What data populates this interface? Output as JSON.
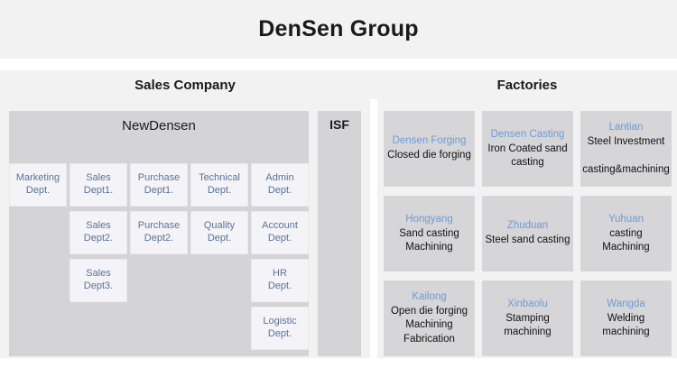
{
  "header": {
    "title": "DenSen Group"
  },
  "sections": {
    "sales_label": "Sales Company",
    "factories_label": "Factories"
  },
  "sales": {
    "company_name": "NewDensen",
    "isf_label": "ISF",
    "departments": [
      [
        {
          "label": "Marketing\nDept."
        },
        {
          "label": "Sales\nDept1."
        },
        {
          "label": "Purchase\nDept1."
        },
        {
          "label": "Technical\nDept."
        },
        {
          "label": "Admin\nDept."
        }
      ],
      [
        {
          "label": ""
        },
        {
          "label": "Sales\nDept2."
        },
        {
          "label": "Purchase\nDept2."
        },
        {
          "label": "Quality\nDept."
        },
        {
          "label": "Account\nDept."
        }
      ],
      [
        {
          "label": ""
        },
        {
          "label": "Sales\nDept3."
        },
        {
          "label": ""
        },
        {
          "label": ""
        },
        {
          "label": "HR\nDept."
        }
      ],
      [
        {
          "label": ""
        },
        {
          "label": ""
        },
        {
          "label": ""
        },
        {
          "label": ""
        },
        {
          "label": "Logistic\nDept."
        }
      ]
    ]
  },
  "factories": {
    "cards": [
      {
        "name": "Densen Forging",
        "desc": "Closed die forging"
      },
      {
        "name": "Densen Casting",
        "desc": "Iron Coated sand\ncasting"
      },
      {
        "name": "Lantian",
        "desc": "Steel Investment\n\ncasting&machining"
      },
      {
        "name": "Hongyang",
        "desc": "Sand casting\nMachining"
      },
      {
        "name": "Zhuduan",
        "desc": "Steel sand casting"
      },
      {
        "name": "Yuhuan",
        "desc": "casting\nMachining"
      },
      {
        "name": "Kailong",
        "desc": "Open die forging\nMachining\nFabrication"
      },
      {
        "name": "Xinbaolu",
        "desc": "Stamping\nmachining"
      },
      {
        "name": "Wangda",
        "desc": "Welding\nmachining"
      }
    ]
  },
  "colors": {
    "page_background": "#ffffff",
    "band_background": "#f2f2f2",
    "block_background": "#d4d4d7",
    "card_background": "#d6d6d8",
    "dept_background": "#f4f4f8",
    "dept_text": "#5a7296",
    "factory_name_text": "#6f9ad4",
    "factory_desc_text": "#111111"
  }
}
